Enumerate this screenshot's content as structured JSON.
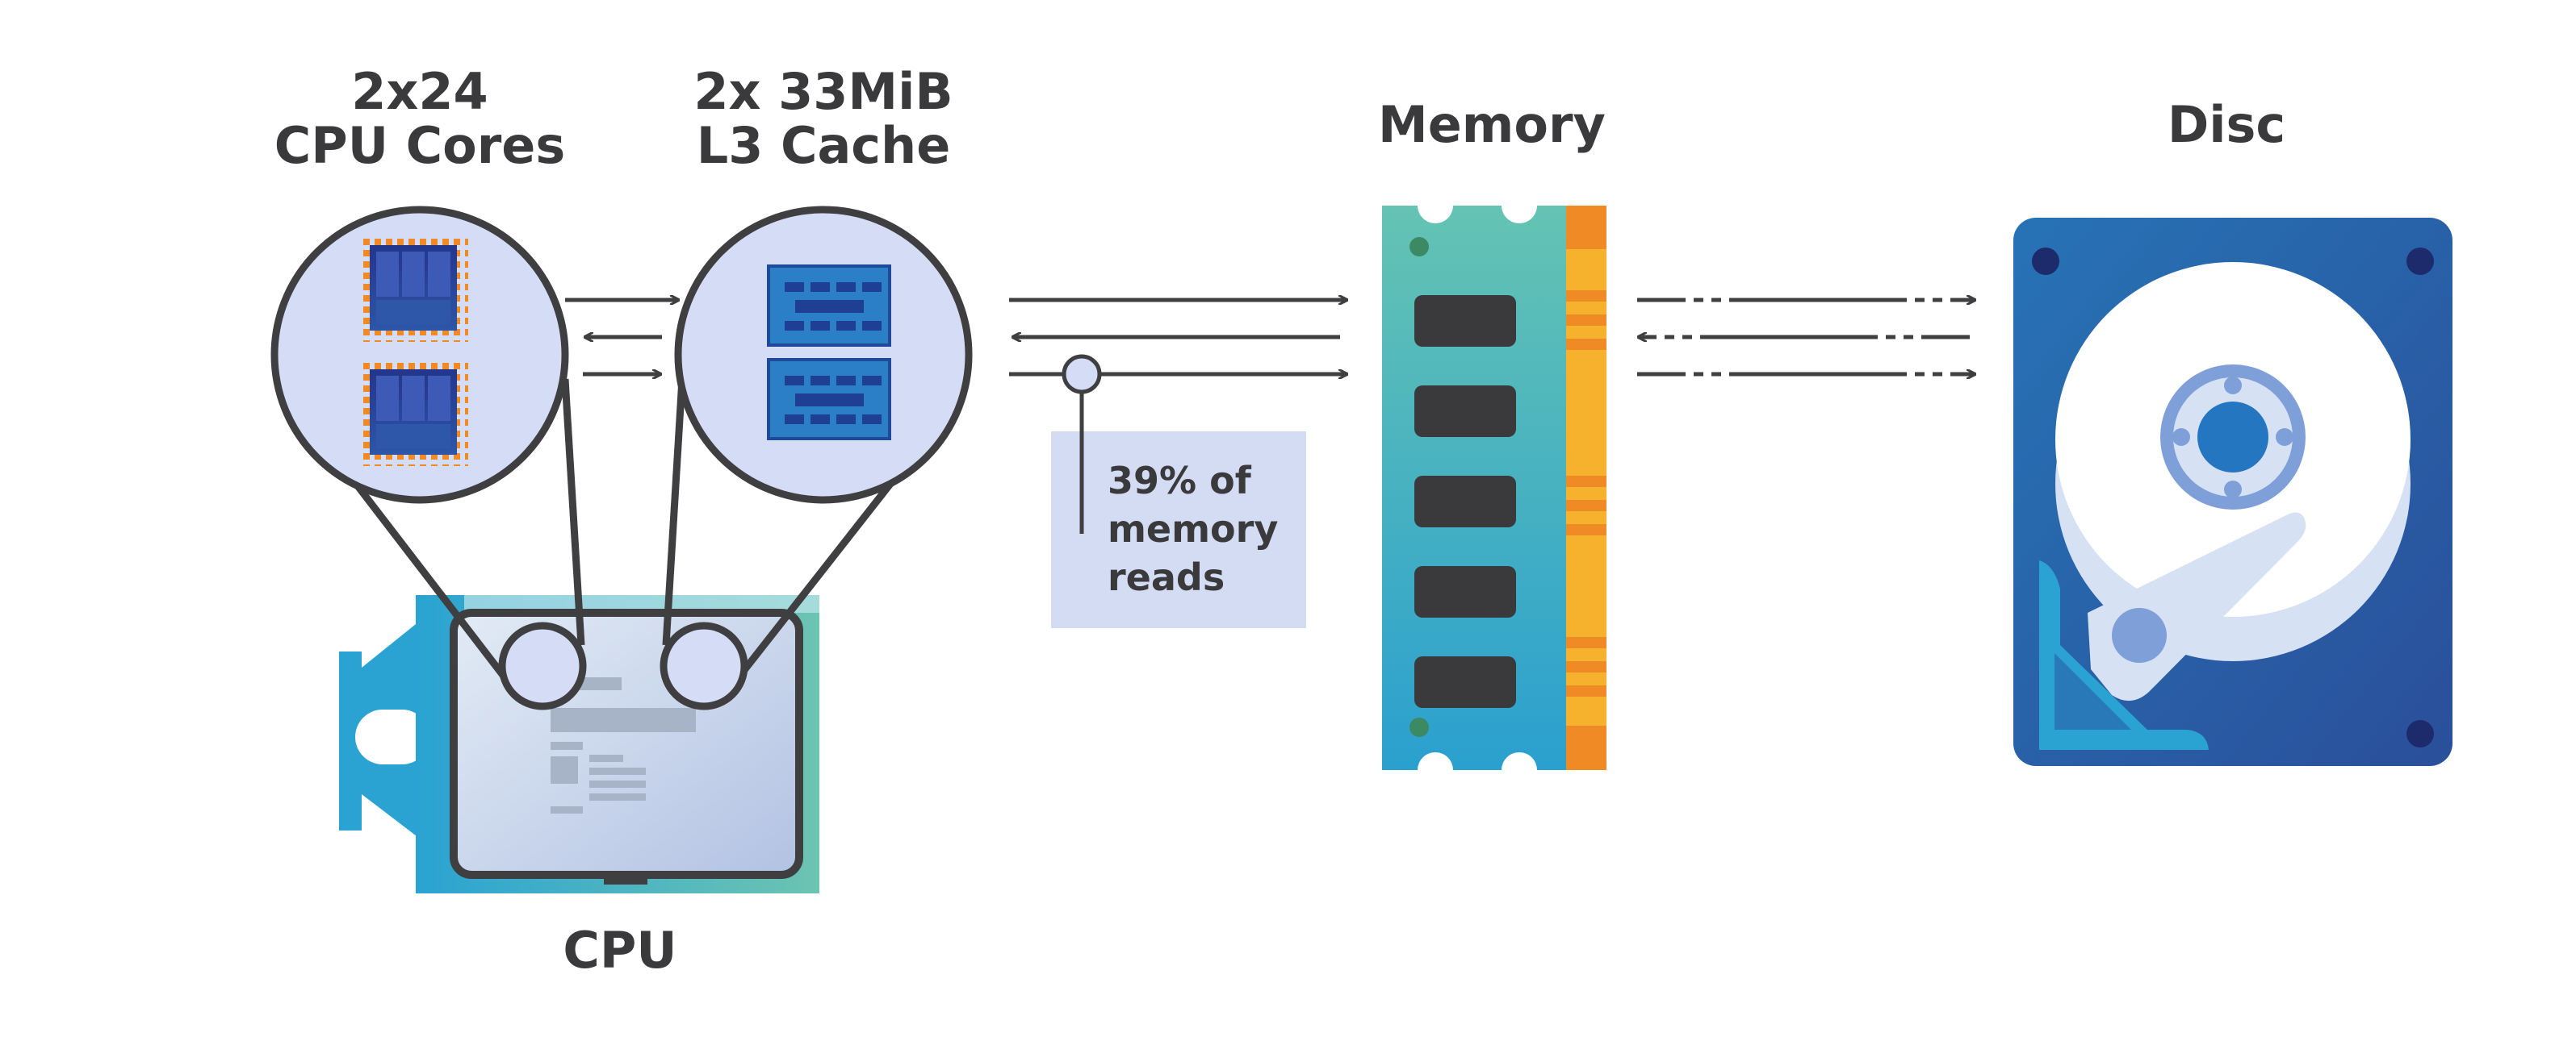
{
  "labels": {
    "cores_line1": "2x24",
    "cores_line2": "CPU Cores",
    "cache_line1": "2x 33MiB",
    "cache_line2": "L3 Cache",
    "memory": "Memory",
    "disc": "Disc",
    "cpu": "CPU",
    "callout_line1": "39% of",
    "callout_line2": "memory",
    "callout_line3": "reads"
  },
  "colors": {
    "text": "#3a3a3c",
    "outline": "#3f3f41",
    "lens_fill": "#d5dcf5",
    "chip_blue": "#24368f",
    "cache_blue": "#2a7fc7",
    "pin_orange": "#f08a24",
    "ram_teal": "#5ab8b0",
    "ram_gold": "#f7b22d",
    "disc_blue": "#2a5ea6",
    "callout_fill": "#d3dcf3"
  },
  "icons": [
    "cpu-icon",
    "cpu-core-icon",
    "l3-cache-icon",
    "memory-module-icon",
    "hard-disk-icon"
  ]
}
